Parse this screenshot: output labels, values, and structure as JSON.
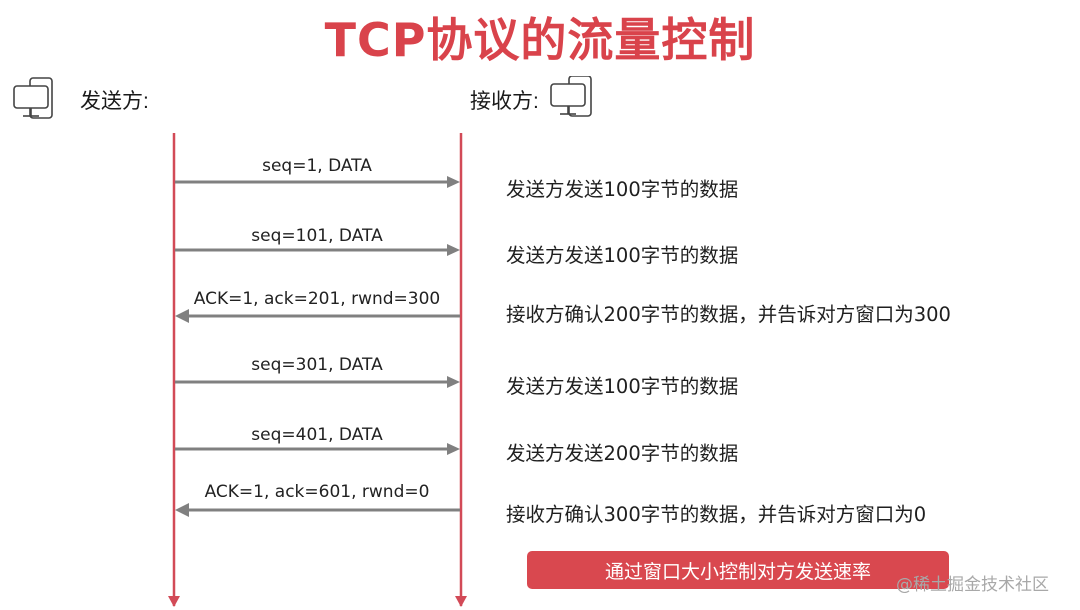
{
  "title": "TCP协议的流量控制",
  "sender": {
    "label": "发送方:",
    "icon": "computer-icon"
  },
  "receiver": {
    "label": "接收方:",
    "icon": "computer-icon"
  },
  "colors": {
    "title": "#d9434b",
    "lifeline": "#d24a57",
    "arrow": "#808080",
    "summary_bg": "#d9484f",
    "summary_text": "#ffffff"
  },
  "messages": [
    {
      "direction": "sender-to-receiver",
      "label": "seq=1, DATA",
      "description": "发送方发送100字节的数据"
    },
    {
      "direction": "sender-to-receiver",
      "label": "seq=101, DATA",
      "description": "发送方发送100字节的数据"
    },
    {
      "direction": "receiver-to-sender",
      "label": "ACK=1, ack=201, rwnd=300",
      "description": "接收方确认200字节的数据，并告诉对方窗口为300"
    },
    {
      "direction": "sender-to-receiver",
      "label": "seq=301, DATA",
      "description": "发送方发送100字节的数据"
    },
    {
      "direction": "sender-to-receiver",
      "label": "seq=401, DATA",
      "description": "发送方发送200字节的数据"
    },
    {
      "direction": "receiver-to-sender",
      "label": "ACK=1, ack=601, rwnd=0",
      "description": "接收方确认300字节的数据，并告诉对方窗口为0"
    }
  ],
  "summary": "通过窗口大小控制对方发送速率",
  "watermark": "@稀土掘金技术社区"
}
